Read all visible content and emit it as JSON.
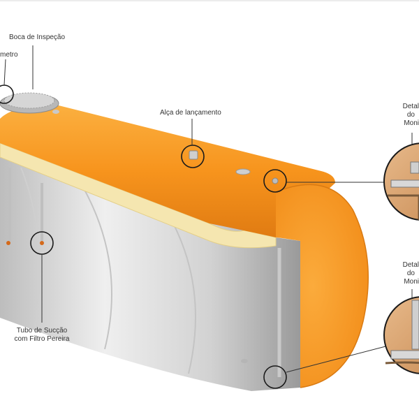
{
  "labels": {
    "boca_inspecao": "Boca de Inspeção",
    "metro_fragment": "metro",
    "alca_lancamento": "Alça de lançamento",
    "tubo_succao_l1": "Tubo de Sucção",
    "tubo_succao_l2": "com Filtro Pereira",
    "detail_top_l1": "Detal",
    "detail_top_l2": "do",
    "detail_top_l3": "Moni",
    "detail_bottom_l1": "Detal",
    "detail_bottom_l2": "do",
    "detail_bottom_l3": "Moni"
  },
  "colors": {
    "tank_orange": "#f7941d",
    "tank_orange_end": "#f9a33a",
    "steel_light": "#e6e6e6",
    "steel_dark": "#a9a9a9",
    "lining_cream": "#f3e2a6",
    "callout_stroke": "#1a1a1a"
  }
}
